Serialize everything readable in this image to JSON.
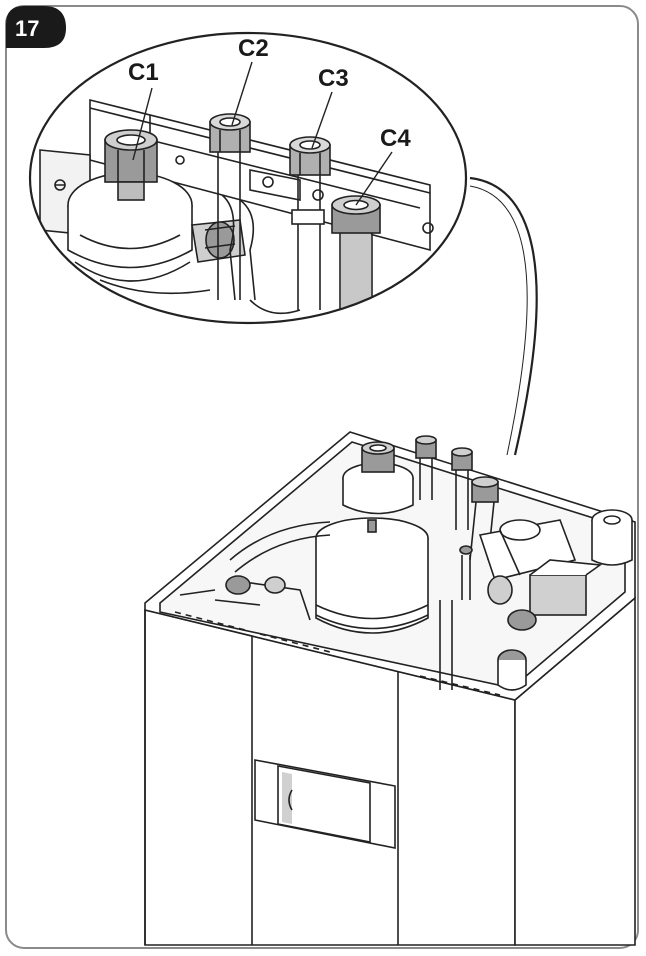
{
  "step": {
    "number": "17"
  },
  "callouts": [
    {
      "id": "c1",
      "label": "C1"
    },
    {
      "id": "c2",
      "label": "C2"
    },
    {
      "id": "c3",
      "label": "C3"
    },
    {
      "id": "c4",
      "label": "C4"
    }
  ],
  "colors": {
    "frame_border": "#8a8a8a",
    "badge_fill": "#1a1a1a",
    "line": "#222222",
    "pipe_fill": "#d9d9d9",
    "nut_fill": "#9a9a9a",
    "panel_fill": "#ffffff",
    "shade": "#bdbdbd"
  }
}
